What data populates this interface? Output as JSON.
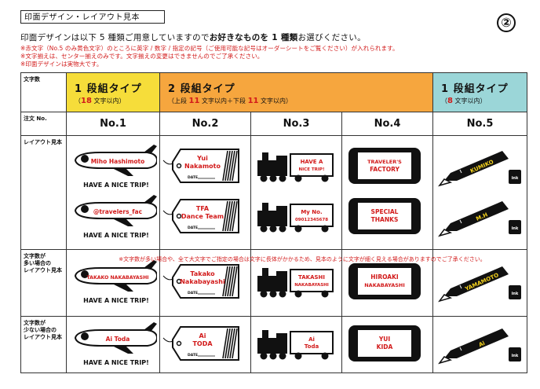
{
  "header": {
    "title": "印面デザイン・レイアウト見本",
    "page_number": "②"
  },
  "intro": {
    "text_before": "印面デザインは以下 5 種類ご用意していますので",
    "text_highlight": "お好きなものを 1 種類",
    "text_after": "お選びください。"
  },
  "notes": [
    "※赤文字（No.5 のみ黄色文字）のところに英字 / 数字 / 指定の記号（ご使用可能な記号はオーダーシートをご覧ください）が入れられます。",
    "※文字揃えは、センター揃えのみです。文字揃えの変更はできませんのでご了承ください。",
    "※印面デザインは実物大です。"
  ],
  "table": {
    "row_labels": {
      "char_count": "文字数",
      "order_no": "注文 No.",
      "layout_sample": "レイアウト見本",
      "many_chars": "文字数が\n多い場合の\nレイアウト見本",
      "few_chars": "文字数が\n少ない場合の\nレイアウト見本"
    },
    "types": [
      {
        "title": "1 段組タイプ",
        "sub_before": "（",
        "count": "18",
        "sub_after": " 文字以内）"
      },
      {
        "title": "2 段組タイプ",
        "sub_before": "（上段 ",
        "count": "11",
        "sub_mid": " 文字以内＋下段 ",
        "count2": "11",
        "sub_after": " 文字以内）"
      },
      {
        "title": "1 段組タイプ",
        "sub_before": "（",
        "count": "8",
        "sub_after": " 文字以内）"
      }
    ],
    "columns": [
      "No.1",
      "No.2",
      "No.3",
      "No.4",
      "No.5"
    ],
    "wide_note": "※文字数が多い場合や、全て大文字でご指定の場合は文字に長体がかかるため、見本のように文字が細く見える場合がありますのでご了承ください。",
    "plane_caption": "HAVE A NICE TRIP!",
    "tag_label": "DATE",
    "rows": [
      {
        "plane": "Miho Hashimoto",
        "tag": [
          "Yui",
          "Nakamoto"
        ],
        "train": [
          "HAVE A",
          "NICE TRIP!"
        ],
        "harmonica": [
          "TRAVELER'S",
          "FACTORY"
        ],
        "pen": "KUMIKO"
      },
      {
        "plane": "@travelers_fac",
        "tag": [
          "TFA",
          "Dance Team"
        ],
        "train": [
          "My No.",
          "09012345678"
        ],
        "harmonica": [
          "SPECIAL",
          "THANKS"
        ],
        "pen": "M.H"
      },
      {
        "plane": "TAKAKO NAKABAYASHI",
        "tag": [
          "Takako",
          "Nakabayashi"
        ],
        "train": [
          "TAKASHI",
          "NAKABAYASHI"
        ],
        "harmonica": [
          "HIROAKI",
          "NAKABAYASHI"
        ],
        "pen": "YAMAMOTO"
      },
      {
        "plane": "Ai Toda",
        "tag": [
          "Ai",
          "TODA"
        ],
        "train": [
          "Ai",
          "Toda"
        ],
        "harmonica": [
          "YUI",
          "KIDA"
        ],
        "pen": "Ai"
      }
    ],
    "ink_label": "ink"
  },
  "colors": {
    "red": "#d21a1a",
    "yellow_header": "#f6dd3a",
    "orange_header": "#f6a63e",
    "cyan_header": "#9bd6d8",
    "pen_text": "#f4d21c"
  }
}
